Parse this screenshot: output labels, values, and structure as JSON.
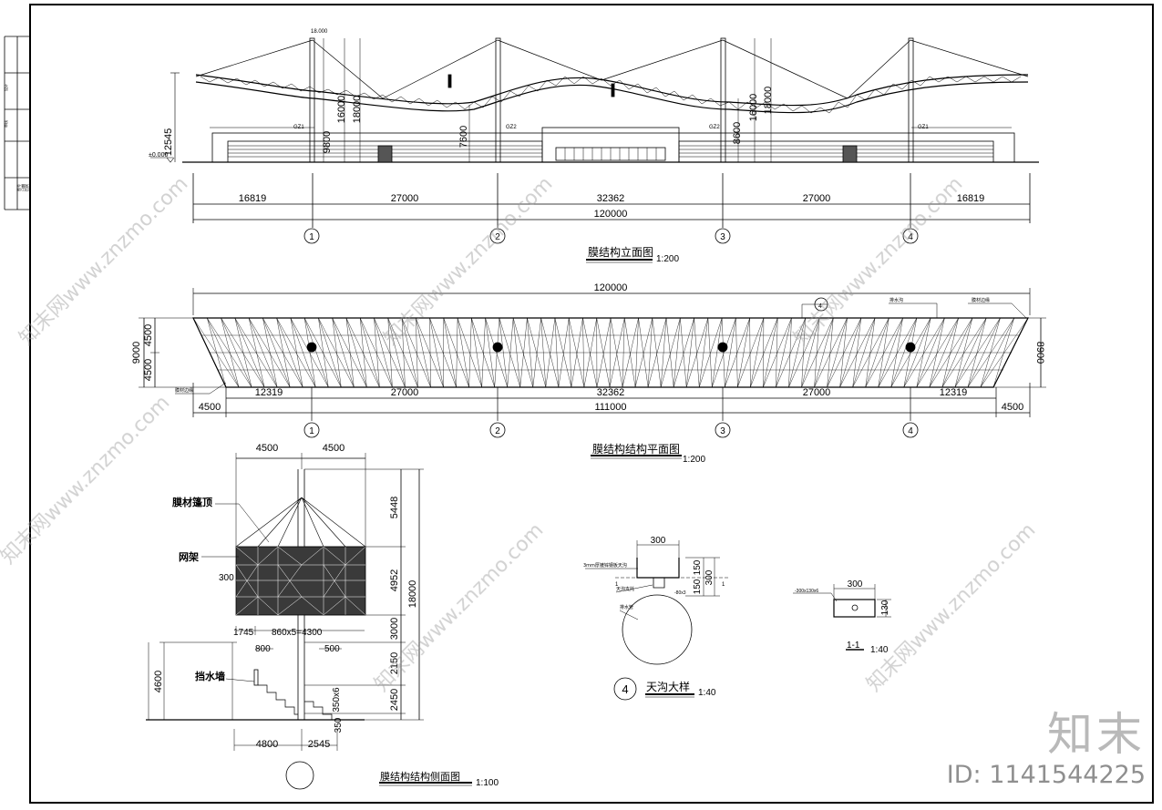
{
  "titles": {
    "elevation": "膜结构立面图",
    "elevation_scale": "1:200",
    "plan": "膜结构结构平面图",
    "plan_scale": "1:200",
    "side": "膜结构结构侧面图",
    "side_scale": "1:100",
    "gutter_detail": "天沟大样",
    "gutter_scale": "1:40",
    "gutter_detail_no": "4",
    "section": "1-1",
    "section_scale": "1:40"
  },
  "elevation": {
    "spans": [
      "16819",
      "27000",
      "32362",
      "27000",
      "16819"
    ],
    "total": "120000",
    "axes": [
      "1",
      "2",
      "3",
      "4"
    ],
    "top_level": "18.000",
    "zero_level": "±0.000",
    "heights": {
      "left_total": "12545",
      "h18000a": "18000",
      "h16000a": "16000",
      "h9800": "9800",
      "h7600": "7600",
      "h8600": "8600",
      "h16000b": "16000",
      "h18000b": "18000"
    },
    "columns": [
      "GZ1",
      "GZ2",
      "GZ2",
      "GZ1"
    ]
  },
  "plan": {
    "total_top": "120000",
    "spans": [
      "12319",
      "27000",
      "32362",
      "27000",
      "12319"
    ],
    "overhang_left": "4500",
    "middle_total": "111000",
    "overhang_right": "4500",
    "depth_left": "9000",
    "depth_half_a": "4500",
    "depth_half_b": "4500",
    "depth_right": "8900",
    "note_gutter": "排水沟",
    "note_edge": "膜材边缘",
    "note_left": "膜材边缘",
    "detail_ref": "4"
  },
  "side": {
    "top_widths": [
      "4500",
      "4500"
    ],
    "heights": [
      "5448",
      "4952",
      "3000",
      "2150",
      "2450",
      "350"
    ],
    "total_height": "18000",
    "label_membrane": "膜材篷顶",
    "label_truss": "网架",
    "label_wall": "挡水墙",
    "dim_300": "300",
    "dim_1745": "1745",
    "dim_860": "860x5=4300",
    "dim_800": "800",
    "dim_500": "500",
    "dim_4600": "4600",
    "dim_stairs": "350x6",
    "bottom_dims": [
      "4800",
      "2545"
    ]
  },
  "gutter": {
    "width": "300",
    "dim_150a": "150",
    "dim_150b": "150",
    "dim_300v": "300",
    "note_steel": "3mm厚镀锌钢板天沟",
    "note_support": "天沟支托",
    "note_pipe": "排水管",
    "note_plate": "-80x3",
    "mark_1": "1",
    "mark_1b": "1"
  },
  "section": {
    "width": "300",
    "height": "130",
    "note": "-300x130x6"
  },
  "watermark": {
    "text": "知末网www.znzmo.com"
  },
  "brand": {
    "logo": "知末",
    "id": "ID: 1141544225"
  },
  "title_block": {
    "labels": [
      "设计",
      "审核",
      "图号",
      "日期",
      "比例"
    ]
  }
}
